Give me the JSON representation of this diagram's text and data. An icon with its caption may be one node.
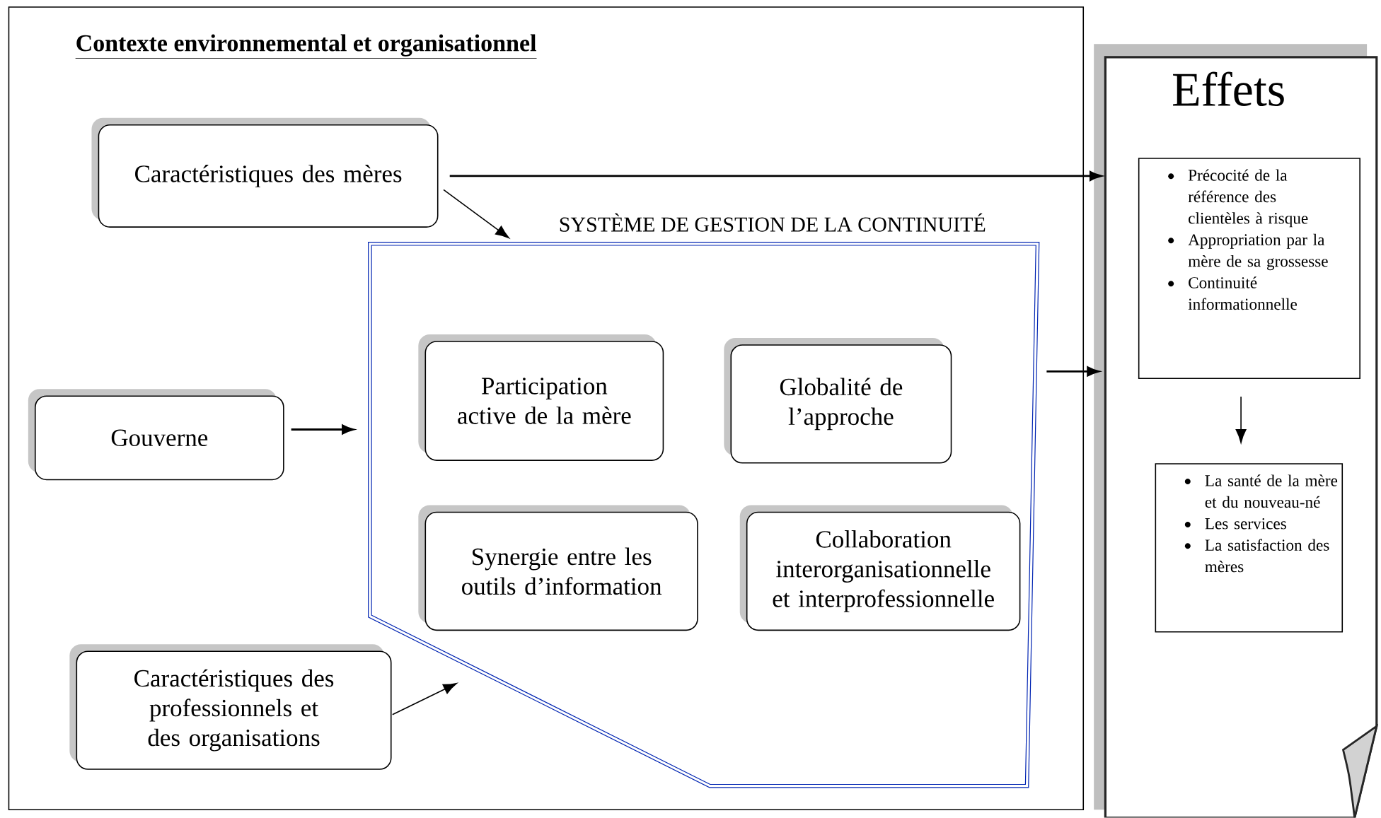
{
  "diagram": {
    "nodes": [
      {
        "text": [
          "Contexte environnemental et organisationnel"
        ]
      },
      {
        "text": [
          "Caractéristiques des mères"
        ],
        "in": 0
      },
      {
        "text": [
          "Gouverne"
        ],
        "in": 0
      },
      {
        "text": [
          "Caractéristiques des professionnels et des organisations"
        ],
        "in": 0
      },
      {
        "text": [
          "SYSTÈME DE GESTION DE LA CONTINUITÉ"
        ],
        "in": 0
      },
      {
        "text": [
          "Participation active de la mère"
        ],
        "in": 4
      },
      {
        "text": [
          "Globalité de l’approche"
        ],
        "in": 4
      },
      {
        "text": [
          "Synergie entre les outils d’information"
        ],
        "in": 4
      },
      {
        "text": [
          "Collaboration interorganisationnelle et interprofessionnelle"
        ],
        "in": 4
      },
      {
        "text": [
          "Effets"
        ]
      },
      {
        "text": [
          "Précocité de la référence des clientèles à risque",
          "Appropriation par la mère de sa grossesse",
          "Continuité informationnelle"
        ],
        "in": 9
      },
      {
        "text": [
          "La santé de la mère et du nouveau-né",
          "Les services",
          "La satisfaction des mères"
        ],
        "in": 9
      }
    ],
    "edges": [
      {
        "from": 1,
        "to": 9,
        "arrow": "to"
      },
      {
        "from": 1,
        "to": 4,
        "arrow": "to"
      },
      {
        "from": 2,
        "to": 4,
        "arrow": "to"
      },
      {
        "from": 3,
        "to": 4,
        "arrow": "to"
      },
      {
        "from": 4,
        "to": 9,
        "arrow": "to"
      },
      {
        "from": 10,
        "to": 11,
        "arrow": "to"
      }
    ]
  }
}
